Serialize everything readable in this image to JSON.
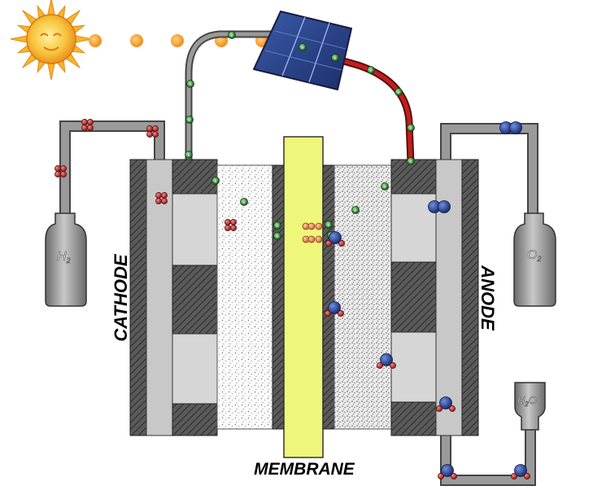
{
  "labels": {
    "cathode": "CATHODE",
    "anode": "ANODE",
    "membrane": "MEMBRANE",
    "tank_h2": "H",
    "tank_h2_sub": "2",
    "tank_o2": "O",
    "tank_o2_sub": "2",
    "tank_h2o_h": "H",
    "tank_h2o_sub": "2",
    "tank_h2o_o": "O"
  },
  "electron_symbol": "e",
  "colors": {
    "electron": "#2f7a2f",
    "hydrogen": "#c0201e",
    "oxygen": "#1e3a8a",
    "proton": "#e8873a",
    "membrane": "#eef77a",
    "wire_positive": "#c0201e",
    "pipe": "#7a7a7a",
    "sun": "#f5a623"
  }
}
